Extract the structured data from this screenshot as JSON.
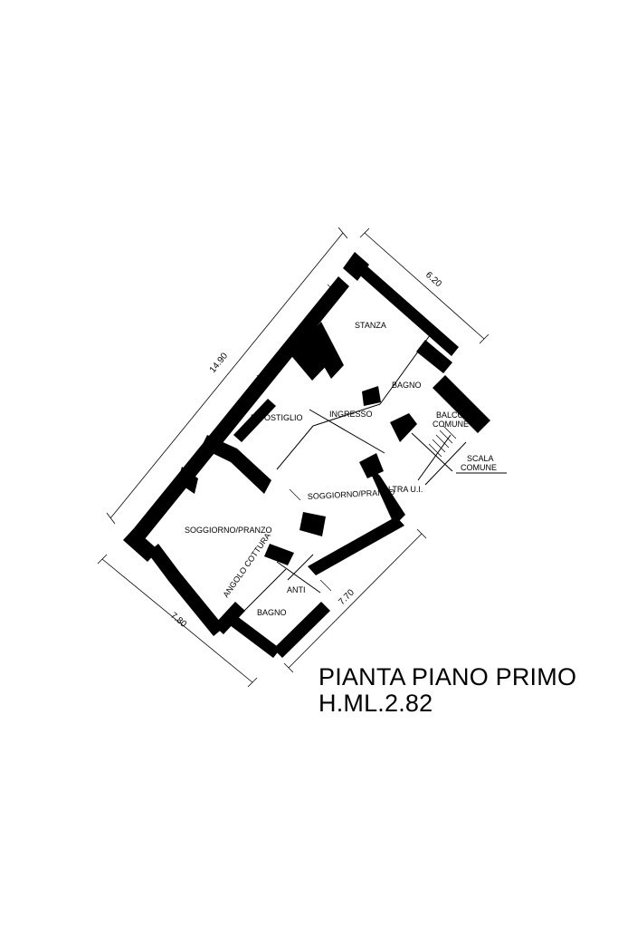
{
  "drawing": {
    "title": "PIANTA PIANO PRIMO",
    "subtitle": "H.ML.2.82",
    "dimensions": {
      "overall_length": "14.90",
      "top_width": "6.20",
      "bottom_width": "7.80",
      "lower_side": "7.70"
    },
    "rooms": {
      "stanza": "STANZA",
      "bagno_upper": "BAGNO",
      "balcone": "BALCONE",
      "balcone_sub": "COMUNE",
      "ripostiglio": "RIPOSTIGLIO",
      "ingresso": "INGRESSO",
      "scala": "SCALA",
      "scala_sub": "COMUNE",
      "altra": "ALTRA U.I.",
      "soggiorno_right": "SOGGIORNO/PRANZO",
      "soggiorno_left": "SOGGIORNO/PRANZO",
      "angolo": "ANGOLO COTTURA",
      "anti": "ANTI",
      "bagno_lower": "BAGNO"
    }
  }
}
